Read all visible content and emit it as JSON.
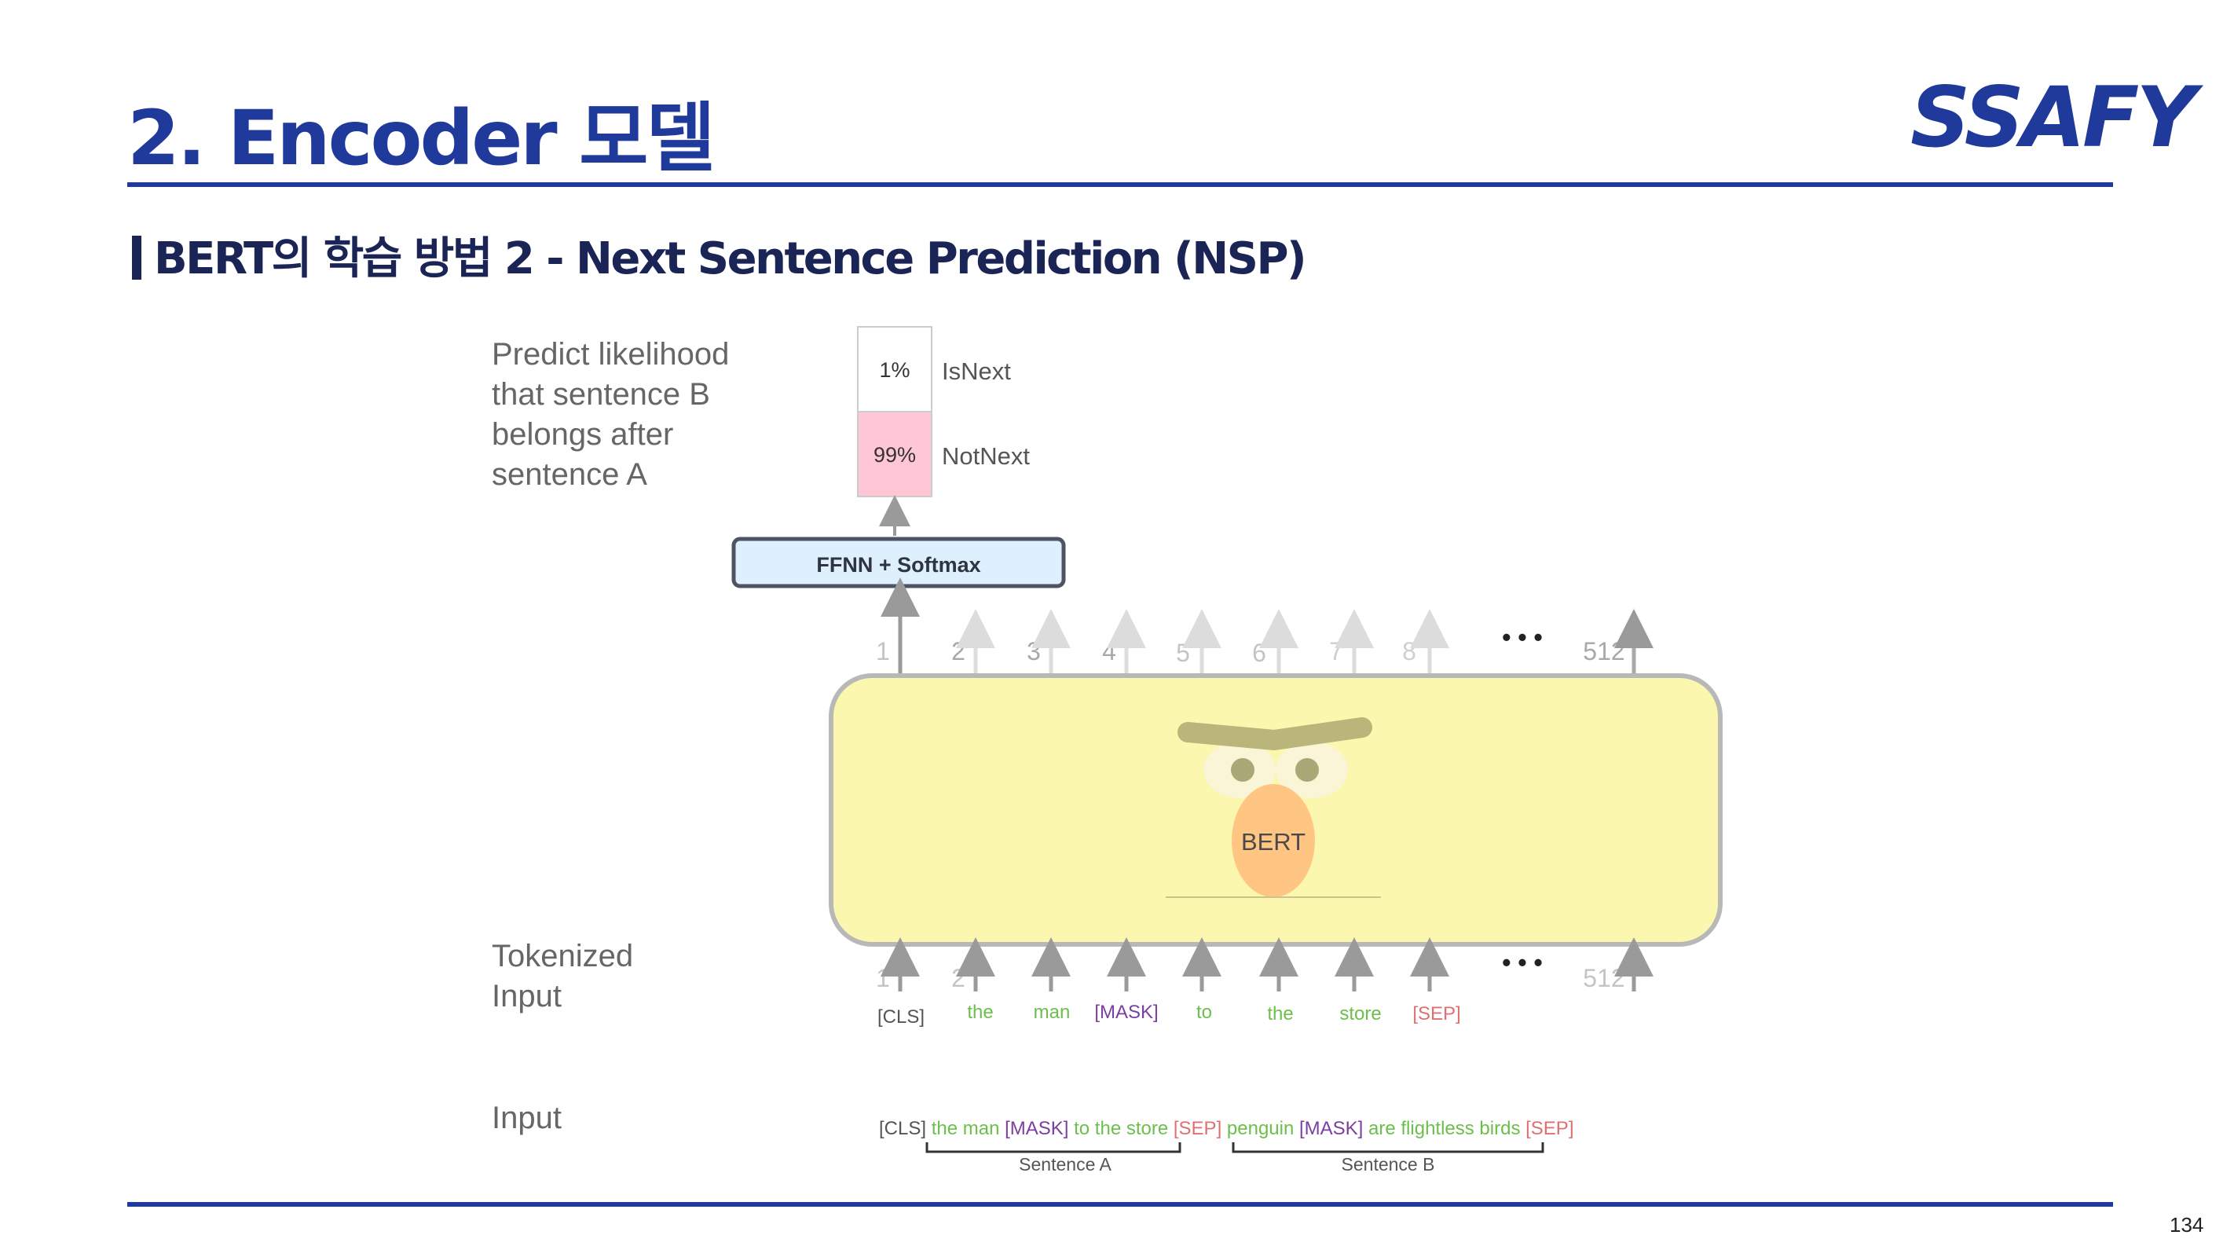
{
  "header": {
    "title": "2. Encoder 모델",
    "logo": "SSAFY",
    "subtitle": "BERT의 학습 방법 2 - Next Sentence Prediction (NSP)"
  },
  "diagram": {
    "labels": {
      "predict": [
        "Predict likelihood",
        "that sentence B",
        "belongs after",
        "sentence A"
      ],
      "tokenized": [
        "Tokenized",
        "Input"
      ],
      "input": "Input"
    },
    "output": [
      {
        "value": "1%",
        "label": "IsNext",
        "color": "#ffffff"
      },
      {
        "value": "99%",
        "label": "NotNext",
        "color": "#ffc6d6"
      }
    ],
    "ffnn_label": "FFNN + Softmax",
    "model_label": "BERT",
    "top_positions": [
      "1",
      "2",
      "3",
      "4",
      "5",
      "6",
      "7",
      "8",
      "512"
    ],
    "bottom_positions": [
      "1",
      "2",
      "512"
    ],
    "ellipsis": "• • •",
    "tokens": [
      {
        "text": "[CLS]",
        "color": "#555555"
      },
      {
        "text": "the",
        "color": "#6cbf4b"
      },
      {
        "text": "man",
        "color": "#6cbf4b"
      },
      {
        "text": "[MASK]",
        "color": "#7a3fa0"
      },
      {
        "text": "to",
        "color": "#6cbf4b"
      },
      {
        "text": "the",
        "color": "#6cbf4b"
      },
      {
        "text": "store",
        "color": "#6cbf4b"
      },
      {
        "text": "[SEP]",
        "color": "#e07070"
      }
    ],
    "input_sentence": [
      {
        "text": "[CLS]",
        "color": "#555555"
      },
      {
        "text": "the man",
        "color": "#6cbf4b"
      },
      {
        "text": "[MASK]",
        "color": "#7a3fa0"
      },
      {
        "text": "to the store",
        "color": "#6cbf4b"
      },
      {
        "text": "[SEP]",
        "color": "#e07070"
      },
      {
        "text": "penguin",
        "color": "#6cbf4b"
      },
      {
        "text": "[MASK]",
        "color": "#7a3fa0"
      },
      {
        "text": "are flightless birds",
        "color": "#6cbf4b"
      },
      {
        "text": "[SEP]",
        "color": "#e07070"
      }
    ],
    "sentence_a": "Sentence A",
    "sentence_b": "Sentence B"
  },
  "page_number": "134"
}
